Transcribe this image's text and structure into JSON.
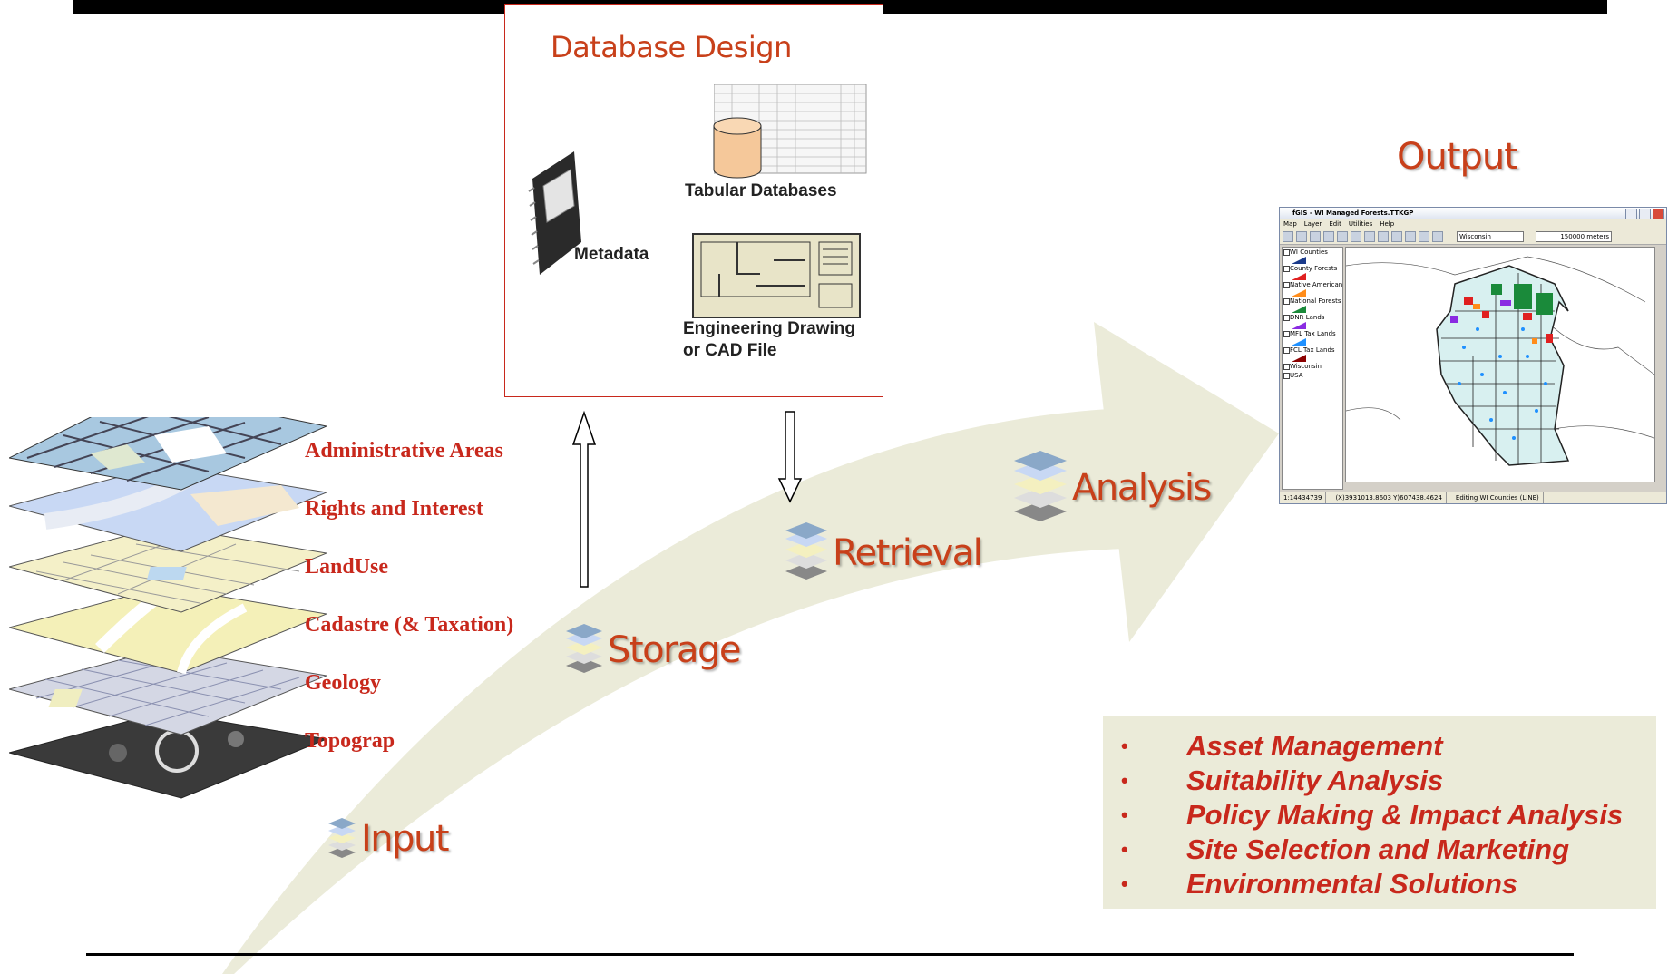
{
  "database_design": {
    "title": "Database Design",
    "tabular_label": "Tabular Databases",
    "metadata_label": "Metadata",
    "engineering_label_line1": "Engineering Drawing",
    "engineering_label_line2": "or CAD File"
  },
  "stages": {
    "input": "Input",
    "storage": "Storage",
    "retrieval": "Retrieval",
    "analysis": "Analysis"
  },
  "layer_labels": [
    "Administrative Areas",
    "Rights and Interest",
    "LandUse",
    "Cadastre (& Taxation)",
    "Geology",
    "Topograp"
  ],
  "output": {
    "title": "Output",
    "applications": [
      "Asset Management",
      "Suitability Analysis",
      "Policy Making & Impact Analysis",
      "Site Selection and Marketing",
      "Environmental Solutions"
    ]
  },
  "gis_window": {
    "title": "fGIS - WI Managed Forests.TTKGP",
    "menu": [
      "Map",
      "Layer",
      "Edit",
      "Utilities",
      "Help"
    ],
    "selected_layer": "Wisconsin",
    "scale": "150000 meters",
    "legend": [
      {
        "label": "WI Counties",
        "color": "#1a3a8a"
      },
      {
        "label": "County Forests",
        "color": "#e02020"
      },
      {
        "label": "Native American L",
        "color": "#ff8c1a"
      },
      {
        "label": "National Forests",
        "color": "#1a8a3a"
      },
      {
        "label": "DNR Lands",
        "color": "#8a2be2"
      },
      {
        "label": "MFL Tax Lands",
        "color": "#1e90ff"
      },
      {
        "label": "FCL Tax Lands",
        "color": "#8b0000"
      },
      {
        "label": "Wisconsin",
        "color": ""
      },
      {
        "label": "USA",
        "color": ""
      }
    ],
    "status": [
      "1:14434739",
      "(X)3931013.8603 Y)607438.4624",
      "Editing WI Counties (LINE)"
    ]
  },
  "colors": {
    "accent_red": "#c8281c",
    "stage_orange": "#c8401a",
    "arrow_fill": "#ebebd9"
  }
}
